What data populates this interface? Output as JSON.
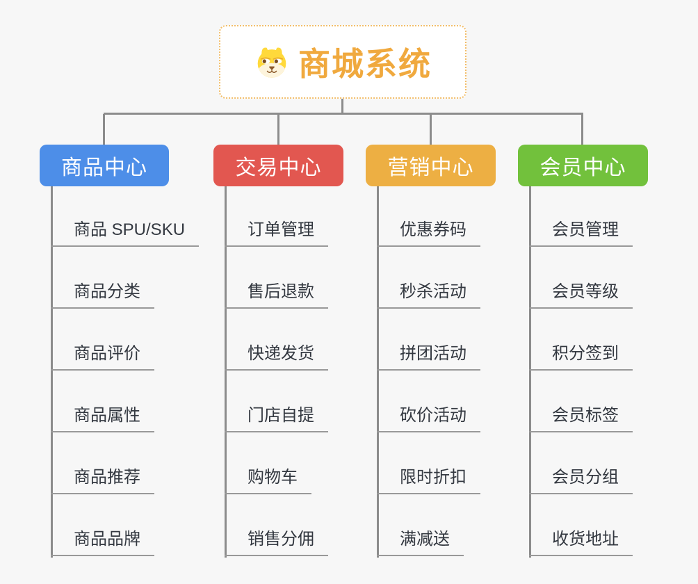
{
  "root": {
    "title": "商城系统",
    "icon": "dog-face-icon"
  },
  "colors": {
    "background": "#F7F7F7",
    "connector": "#8C8C8C",
    "leaf_underline": "#999999",
    "leaf_text": "#333840",
    "root_text": "#F0A93E",
    "root_border": "#F2BE6B",
    "branch_product": "#4D8EE8",
    "branch_trade": "#E25750",
    "branch_marketing": "#EDAF43",
    "branch_member": "#72C13C"
  },
  "branches": [
    {
      "label": "商品中心",
      "color": "#4D8EE8",
      "items": [
        "商品 SPU/SKU",
        "商品分类",
        "商品评价",
        "商品属性",
        "商品推荐",
        "商品品牌"
      ]
    },
    {
      "label": "交易中心",
      "color": "#E25750",
      "items": [
        "订单管理",
        "售后退款",
        "快递发货",
        "门店自提",
        "购物车",
        "销售分佣"
      ]
    },
    {
      "label": "营销中心",
      "color": "#EDAF43",
      "items": [
        "优惠券码",
        "秒杀活动",
        "拼团活动",
        "砍价活动",
        "限时折扣",
        "满减送"
      ]
    },
    {
      "label": "会员中心",
      "color": "#72C13C",
      "items": [
        "会员管理",
        "会员等级",
        "积分签到",
        "会员标签",
        "会员分组",
        "收货地址"
      ]
    }
  ]
}
